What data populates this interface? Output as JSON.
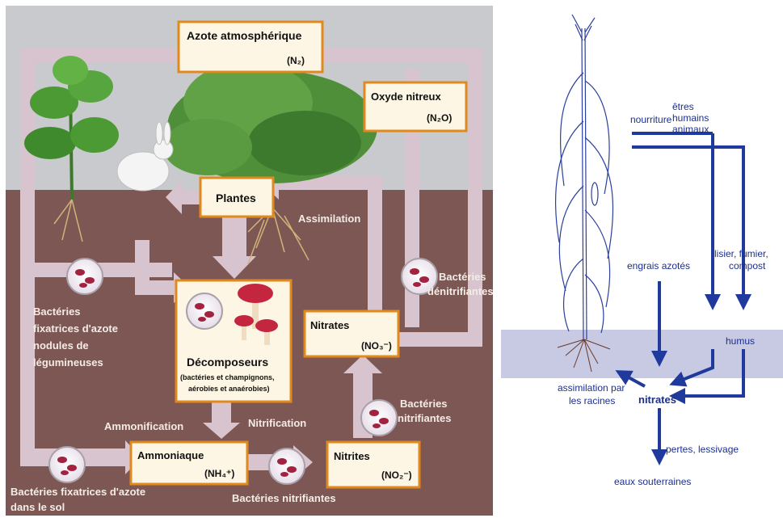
{
  "colors": {
    "sky": "#c9cacd",
    "soil": "#7d5753",
    "arrow": "#d8c4cf",
    "box_border": "#e08a1e",
    "box_fill": "#fdf6e4",
    "right_arrow": "#1f3a9c",
    "ground_band": "#c8c9e2"
  },
  "cycle": {
    "azote_atm": {
      "line1": "Azote atmosphérique",
      "line2": "(N₂)"
    },
    "oxyde_nitreux": {
      "line1": "Oxyde nitreux",
      "line2": "(N₂O)"
    },
    "plantes": "Plantes",
    "assimilation": "Assimilation",
    "decomposeurs": {
      "title": "Décomposeurs",
      "sub1": "(bactéries et champignons,",
      "sub2": "aérobies et anaérobies)"
    },
    "nitrates": {
      "line1": "Nitrates",
      "line2": "(NO₃⁻)"
    },
    "ammoniaque": {
      "line1": "Ammoniaque",
      "line2": "(NH₄⁺)"
    },
    "nitrites": {
      "line1": "Nitrites",
      "line2": "(NO₂⁻)"
    },
    "ammonification": "Ammonification",
    "nitrification": "Nitrification",
    "bact_denitrifiantes": {
      "line1": "Bactéries",
      "line2": "dénitrifiantes"
    },
    "bact_nitrifiantes_right": {
      "line1": "Bactéries",
      "line2": "nitrifiantes"
    },
    "bact_nitrifiantes_bottom": "Bactéries nitrifiantes",
    "bact_fixatrices_nodules": {
      "line1": "Bactéries",
      "line2": "fixatrices d'azote",
      "line3": "nodules de",
      "line4": "légumineuses"
    },
    "bact_fixatrices_sol": {
      "line1": "Bactéries fixatrices d'azote",
      "line2": "dans le sol"
    }
  },
  "plant_diagram": {
    "nourriture": "nourriture",
    "etres_humains": {
      "line1": "êtres",
      "line2": "humains",
      "line3": "animaux"
    },
    "engrais": "engrais azotés",
    "lisier": {
      "line1": "lisier, fumier,",
      "line2": "compost"
    },
    "humus": "humus",
    "assimilation": {
      "line1": "assimilation par",
      "line2": "les racines"
    },
    "nitrates": "nitrates",
    "pertes": "pertes, lessivage",
    "eaux": "eaux souterraines"
  }
}
